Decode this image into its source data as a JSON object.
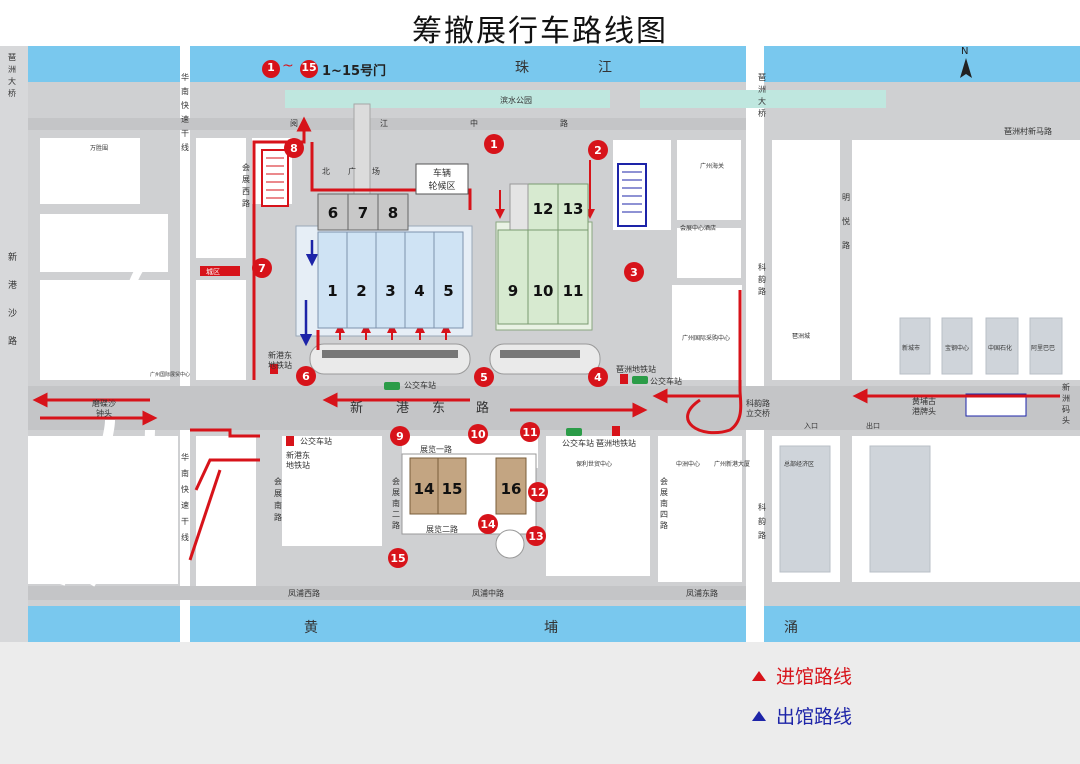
{
  "title": "筹撤展行车路线图",
  "gate_legend": {
    "range_from": "1",
    "range_to": "15",
    "label": "1~15号门"
  },
  "compass": "N",
  "rivers": {
    "north": [
      "珠",
      "江"
    ],
    "south": [
      "黄",
      "埔",
      "涌"
    ]
  },
  "parks": {
    "riverside": "滨水公园"
  },
  "roads": {
    "yuejiang": [
      "阅",
      "江",
      "中",
      "路"
    ],
    "xingang": [
      "新",
      "港",
      "东",
      "路"
    ],
    "fengpu_west": "凤浦西路",
    "fengpu_mid": "凤浦中路",
    "fengpu_east": "凤浦东路",
    "pazhou_cun": "琶洲村新马路",
    "huanan_expressway": [
      "华",
      "南",
      "快",
      "速",
      "干",
      "线"
    ],
    "expo_1": "展览一路",
    "expo_2": "展览二路",
    "huizhan_s2": [
      "会",
      "展",
      "南",
      "二",
      "路"
    ],
    "huizhan_s4": [
      "会",
      "展",
      "南",
      "四",
      "路"
    ],
    "huizhan_s": [
      "会",
      "展",
      "南",
      "路"
    ],
    "huizhan_w": [
      "会",
      "展",
      "西",
      "路"
    ],
    "kejia": [
      "科",
      "韵",
      "路"
    ],
    "kejia_s": [
      "科",
      "韵",
      "路"
    ],
    "pazhou_ave": [
      "琶",
      "洲",
      "大",
      "桥"
    ],
    "mingyue": [
      "明",
      "悦",
      "路"
    ],
    "yanjiang_w": [
      "琶",
      "洲",
      "大",
      "桥"
    ],
    "left_road": [
      "新",
      "港",
      "沙",
      "路"
    ]
  },
  "north_square": [
    "北",
    "广",
    "场"
  ],
  "vehicle_area": [
    "车辆",
    "轮候区"
  ],
  "halls": {
    "west_upper": [
      "6",
      "7",
      "8"
    ],
    "west_lower": [
      "1",
      "2",
      "3",
      "4",
      "5"
    ],
    "east_upper": [
      "12",
      "13"
    ],
    "east_lower": [
      "9",
      "10",
      "11"
    ],
    "south": [
      "14",
      "15",
      "16"
    ]
  },
  "gates": [
    "1",
    "2",
    "3",
    "4",
    "5",
    "6",
    "7",
    "8",
    "9",
    "10",
    "11",
    "12",
    "13",
    "14",
    "15"
  ],
  "stations": {
    "xingang_metro_n": [
      "新港东",
      "地铁站"
    ],
    "xingang_metro_s": [
      "新港东",
      "地铁站"
    ],
    "pazhou_metro_n": "琶洲地铁站",
    "pazhou_metro_s": "琶洲地铁站",
    "bus_1": "公交车站",
    "bus_2": "公交车站",
    "bus_3": "公交车站",
    "bus_4": "公交车站"
  },
  "places": {
    "modiesha": [
      "磨碟沙",
      "钟头"
    ],
    "kejia_bridge": [
      "科韵路",
      "立交桥"
    ],
    "huangpu_gu": [
      "黄埔古",
      "港牌头"
    ],
    "xinzhou": [
      "新",
      "洲",
      "码",
      "头"
    ],
    "exit": "出口",
    "entry": "入口",
    "poly": "保利世贸中心",
    "gz_trade": "广州国际采购中心",
    "customs": "广州海关",
    "hotel": "会展中心酒店",
    "sign_red": "城区",
    "small_1": "中洲中心",
    "small_2": "广州新港大厦",
    "small_3": "万胜围",
    "blocks": [
      "新城市",
      "宝钢中心",
      "中国石化",
      "阿里巴巴"
    ],
    "bldg_right": "琶洲城",
    "bldg_tall": "总部经济区",
    "bldg_mid": "广州国际展贸中心"
  },
  "legend": {
    "in": "进馆路线",
    "out": "出馆路线"
  },
  "colors": {
    "river": "#79c8ee",
    "road": "#cfd0d2",
    "block": "#ffffff",
    "ground": "#e8e9eb",
    "route_in": "#d7131a",
    "route_out": "#1d24a8",
    "hall_blue": "#cfe3f4",
    "hall_green": "#d7ead0",
    "hall_gray": "#c8c8c8",
    "hall_brown": "#c3a582"
  }
}
